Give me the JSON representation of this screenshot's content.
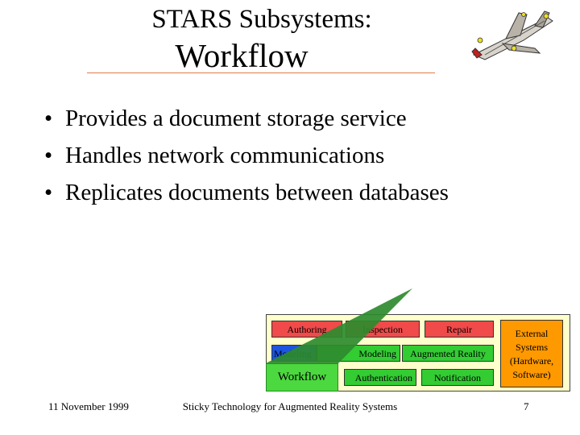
{
  "title": {
    "line1": "STARS Subsystems:",
    "line2": "Workflow"
  },
  "bullets": [
    {
      "mark": "•",
      "text": "Provides a document storage service"
    },
    {
      "mark": "•",
      "text": "Handles network communications"
    },
    {
      "mark": "•",
      "text": "Replicates documents between databases"
    }
  ],
  "diagram": {
    "row1": [
      "Authoring",
      "Inspection",
      "Repair"
    ],
    "row2": [
      "Modeling",
      "Modeling",
      "Augmented Reality"
    ],
    "row3": [
      "Authentication",
      "Notification"
    ],
    "external": "External Systems (Hardware, Software)",
    "highlight": "Workflow",
    "colors": {
      "row1": "#f04a4a",
      "row2": "#33cc33",
      "blue": "#1c55e0",
      "external": "#ff9900",
      "panel": "#ffffcc",
      "wedge": "#2e8b2e"
    }
  },
  "footer": {
    "date": "11 November 1999",
    "center": "Sticky Technology for Augmented Reality Systems",
    "page": "7"
  },
  "decor": {
    "logo_icon": "fighter-jet-icon"
  }
}
